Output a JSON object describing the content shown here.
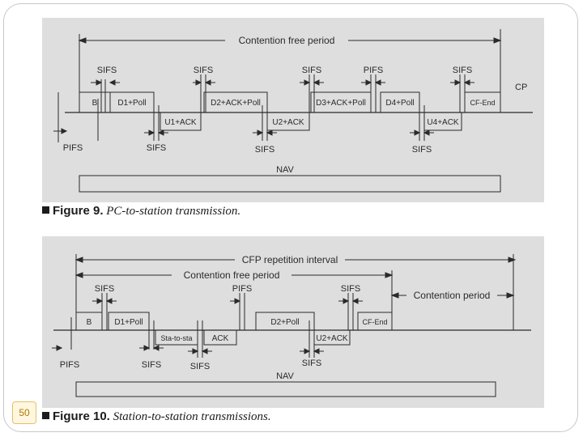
{
  "slide": {
    "page_number": "50"
  },
  "figure1": {
    "caption_number": "Figure 9.",
    "caption_text": "PC-to-station transmission.",
    "labels": {
      "span": "Contention free period",
      "cp": "CP",
      "nav": "NAV",
      "frames": [
        "B",
        "D1+Poll",
        "U1+ACK",
        "D2+ACK+Poll",
        "U2+ACK",
        "D3+ACK+Poll",
        "D4+Poll",
        "U4+ACK",
        "CF-End"
      ],
      "gaps": [
        "SIFS",
        "SIFS",
        "SIFS",
        "PIFS",
        "SIFS",
        "PIFS",
        "SIFS",
        "SIFS",
        "SIFS"
      ]
    }
  },
  "figure2": {
    "caption_number": "Figure 10.",
    "caption_text": "Station-to-station transmissions.",
    "labels": {
      "span_outer": "CFP repetition interval",
      "span_inner": "Contention free period",
      "contention": "Contention period",
      "nav": "NAV",
      "frames": [
        "B",
        "D1+Poll",
        "Sta-to-sta",
        "ACK",
        "D2+Poll",
        "U2+ACK",
        "CF-End"
      ],
      "gaps": [
        "PIFS",
        "SIFS",
        "SIFS",
        "SIFS",
        "PIFS",
        "SIFS",
        "SIFS"
      ]
    }
  }
}
